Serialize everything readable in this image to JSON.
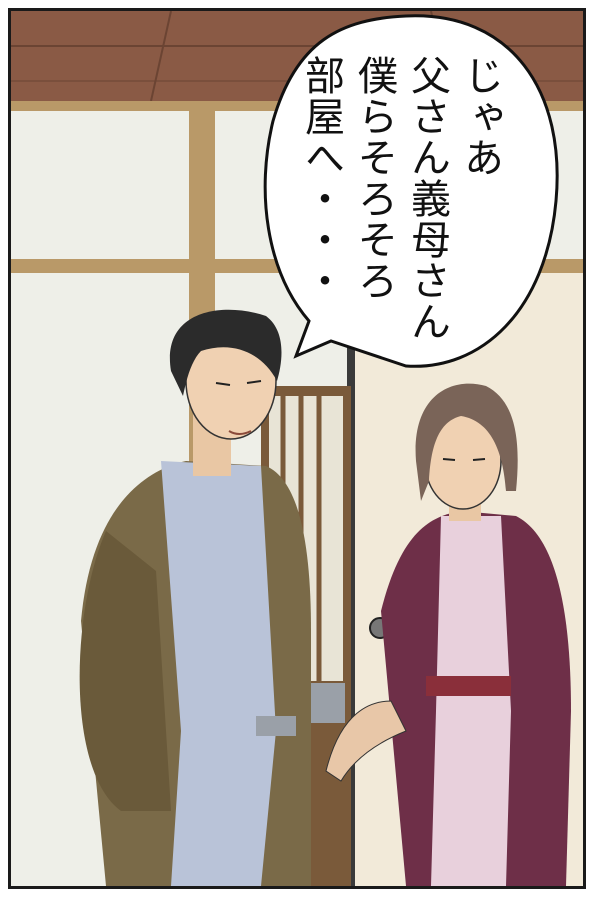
{
  "panel": {
    "speech_bubble": {
      "lines": [
        "じゃあ",
        "父さん義母さん",
        "僕らそろそろ",
        "部屋へ・・・"
      ]
    }
  },
  "colors": {
    "ceiling": "#8a5a45",
    "shoji_paper": "#eeefe8",
    "wood_frame": "#b99968",
    "man_haori": "#7a6a48",
    "woman_haori": "#6e2f48",
    "yukata_man": "#b9c3d8",
    "yukata_woman": "#e8d0dc"
  },
  "icons": [
    "speech-bubble",
    "door-handle"
  ]
}
